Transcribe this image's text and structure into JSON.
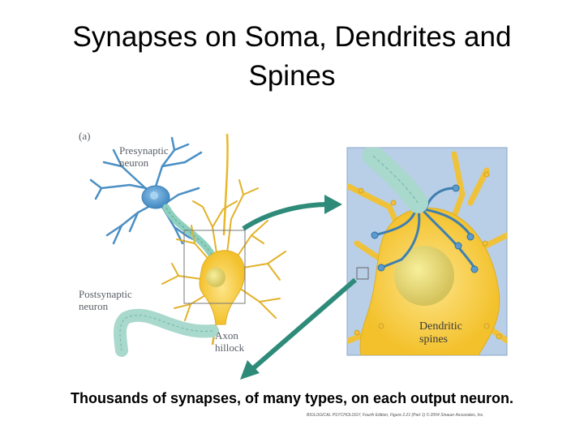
{
  "slide": {
    "title_line1": "Synapses on Soma, Dendrites and",
    "title_line2": "Spines",
    "caption": "Thousands of synapses, of many types, on each output neuron.",
    "credit": "BIOLOGICAL PSYCHOLOGY, Fourth Edition, Figure 2.21 (Part 1)  © 2004 Sinauer Associates, Inc."
  },
  "figure": {
    "panel_label": "(a)",
    "presynaptic_line1": "Presynaptic",
    "presynaptic_line2": "neuron",
    "postsynaptic_line1": "Postsynaptic",
    "postsynaptic_line2": "neuron",
    "axon_line1": "Axon",
    "axon_line2": "hillock",
    "spines_line1": "Dendritic",
    "spines_line2": "spines"
  },
  "colors": {
    "soma_yellow": "#f4c430",
    "blue_neuron": "#4a8fc4",
    "myelin_green": "#a9d8cc",
    "zoom_background": "#b9cfe7",
    "arrow_teal": "#2e8b7a"
  }
}
